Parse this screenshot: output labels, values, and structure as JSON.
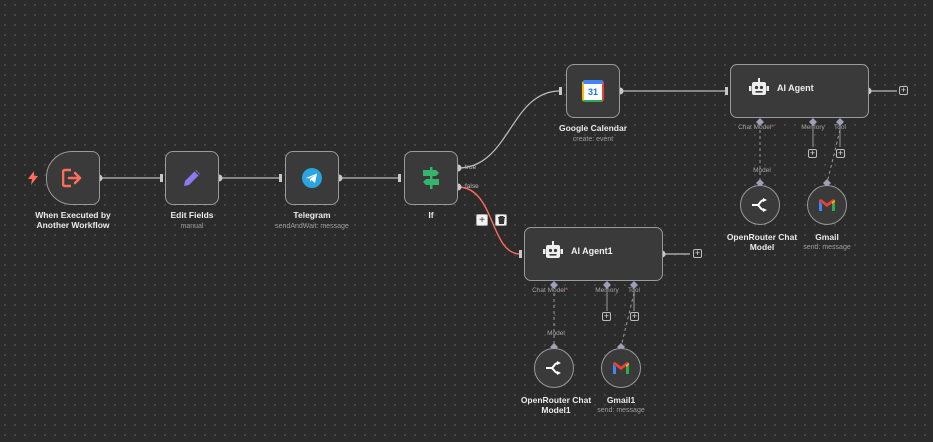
{
  "nodes": {
    "trigger": {
      "label_line1": "When Executed by",
      "label_line2": "Another Workflow"
    },
    "edit_fields": {
      "label": "Edit Fields",
      "sub": "manual"
    },
    "telegram": {
      "label": "Telegram",
      "sub": "sendAndWait: message"
    },
    "if": {
      "label": "If",
      "true_label": "true",
      "false_label": "false"
    },
    "google_calendar": {
      "label": "Google Calendar",
      "sub": "create: event",
      "icon_text": "31"
    },
    "ai_agent": {
      "label": "AI Agent",
      "chat_model": "Chat Model",
      "memory": "Memory",
      "tool": "Tool"
    },
    "ai_agent1": {
      "label": "AI Agent1",
      "chat_model": "Chat Model",
      "memory": "Memory",
      "tool": "Tool"
    },
    "openrouter": {
      "label_line1": "OpenRouter Chat",
      "label_line2": "Model",
      "port": "Model"
    },
    "openrouter1": {
      "label_line1": "OpenRouter Chat",
      "label_line2": "Model1",
      "port": "Model"
    },
    "gmail": {
      "label": "Gmail",
      "sub": "send: message"
    },
    "gmail1": {
      "label": "Gmail1",
      "sub": "send: message"
    }
  },
  "symbols": {
    "required": "*",
    "plus": "+"
  },
  "icons": [
    "bolt-icon",
    "exit-arrow-icon",
    "pencil-icon",
    "telegram-icon",
    "split-icon",
    "calendar-icon",
    "robot-icon",
    "openrouter-icon",
    "gmail-icon",
    "plus-icon",
    "trash-icon"
  ],
  "colors": {
    "accent": "#ff6d5a",
    "canvas": "#2b2b2b",
    "node_bg": "#3a3a3a",
    "wire": "#bdbdbd",
    "telegram": "#2aa5e0",
    "if_green": "#35b56b",
    "pencil": "#8a7cf0"
  }
}
